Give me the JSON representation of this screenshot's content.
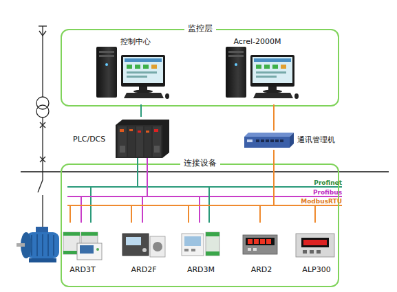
{
  "diagram": {
    "nodes": [
      {
        "text": [
          "监控层"
        ]
      },
      {
        "text": [
          "控制中心"
        ],
        "in": 0
      },
      {
        "text": [
          "Acrel-2000M"
        ],
        "in": 0
      },
      {
        "text": [
          "PLC/DCS"
        ]
      },
      {
        "text": [
          "通讯管理机"
        ]
      },
      {
        "text": [
          "连接设备"
        ]
      },
      {
        "text": [
          "ARD3T"
        ],
        "in": 5
      },
      {
        "text": [
          "ARD2F"
        ],
        "in": 5
      },
      {
        "text": [
          "ARD3M"
        ],
        "in": 5
      },
      {
        "text": [
          "ARD2"
        ],
        "in": 5
      },
      {
        "text": [
          "ALP300"
        ],
        "in": 5
      }
    ],
    "edges": [
      {
        "from": 3,
        "to": 1,
        "arrow": "none"
      },
      {
        "from": 4,
        "to": 2,
        "arrow": "none"
      },
      {
        "from": 3,
        "to": 6,
        "arrow": "none"
      },
      {
        "from": 3,
        "to": 8,
        "arrow": "none"
      },
      {
        "from": 3,
        "to": 6,
        "arrow": "none"
      },
      {
        "from": 3,
        "to": 7,
        "arrow": "none"
      },
      {
        "from": 3,
        "to": 8,
        "arrow": "none"
      },
      {
        "from": 4,
        "to": 6,
        "arrow": "none"
      },
      {
        "from": 4,
        "to": 7,
        "arrow": "none"
      },
      {
        "from": 4,
        "to": 8,
        "arrow": "none"
      },
      {
        "from": 4,
        "to": 9,
        "arrow": "none"
      },
      {
        "from": 4,
        "to": 10,
        "arrow": "none"
      }
    ],
    "labels": [
      "Profinet",
      "Profibus",
      "ModbusRTU"
    ]
  }
}
